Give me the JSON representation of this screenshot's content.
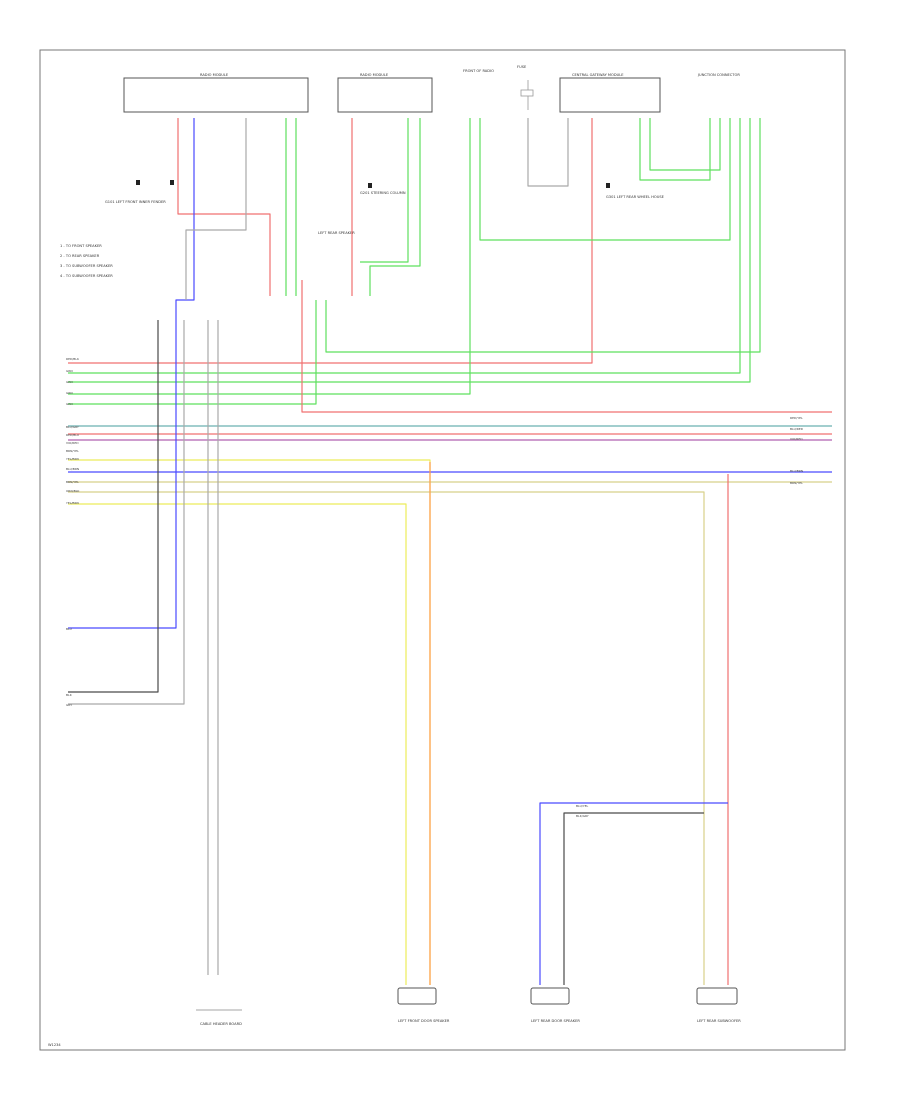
{
  "footer": {
    "code": "W1234"
  },
  "colors": {
    "red": "#f07070",
    "green": "#5ee05e",
    "blue": "#4a4aff",
    "yellow": "#ecec5a",
    "orange": "#ff9d4a",
    "grey": "#a9a9a9",
    "black": "#4a4a4a",
    "purple": "#b060b0",
    "teal": "#6ab0b0",
    "tan": "#d8d08a"
  },
  "modules": {
    "radio_amp": "RADIO MODULE",
    "radio_module": "RADIO MODULE",
    "speaker_rear": "FRONT OF RADIO",
    "fuse": "FUSE",
    "central_gateway": "CENTRAL GATEWAY MODULE",
    "junction": "JUNCTION CONNECTOR"
  },
  "notes": [
    "1 - TO FRONT SPEAKER",
    "2 - TO REAR SPEAKER",
    "3 - TO SUBWOOFER SPEAKER",
    "4 - TO SUBWOOFER SPEAKER"
  ],
  "callouts": {
    "ground1": "G101 LEFT FRONT INNER FENDER",
    "ground2": "G201 STEERING COLUMN",
    "ground3": "G301 LEFT REAR WHEEL HOUSE",
    "antenna": "LEFT REAR SPEAKER"
  },
  "left_wires": [
    "RED/BLK",
    "GRN",
    "GRN",
    "GRN",
    "GRN"
  ],
  "left_wires2": [
    "BLU/GRY",
    "RED/BLU",
    "VIO/RED",
    "BRN/YEL",
    "YEL/BRN",
    "BLU/BRN",
    "BRN/YEL",
    "ORN/BLK",
    "YEL/BRN"
  ],
  "right_wires": [
    "RED/YEL",
    "BLU/RED",
    "VIO/RED",
    "BLU/BRN",
    "BRN/YEL"
  ],
  "bottom_left_labels": [
    "BLU",
    "BLK",
    "GRY"
  ],
  "rear_wire_labels": [
    "BLU/YEL",
    "BLK/GRY"
  ],
  "components": {
    "c1": "CABLE HEADER BOARD",
    "c2": "LEFT FRONT DOOR SPEAKER",
    "c3": "LEFT REAR DOOR SPEAKER",
    "c4": "LEFT REAR SUBWOOFER"
  }
}
